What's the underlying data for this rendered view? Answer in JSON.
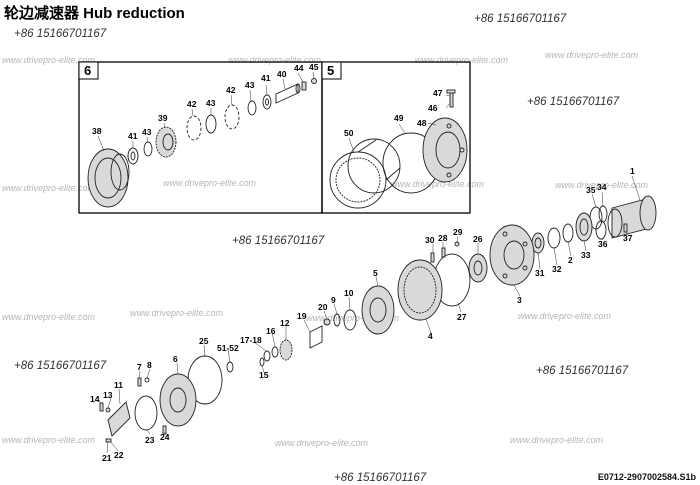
{
  "title": "轮边减速器  Hub reduction",
  "phone": "+86 15166701167",
  "watermark": "www.drivepro-elite.com",
  "document_number": "E0712-2907002584.S1b",
  "boxes": {
    "left_number": "6",
    "right_number": "5"
  },
  "labels": {
    "p38": "38",
    "p41a": "41",
    "p43a": "43",
    "p39": "39",
    "p42a": "42",
    "p43b": "43",
    "p42b": "42",
    "p43c": "43",
    "p41b": "41",
    "p40": "40",
    "p44": "44",
    "p45": "45",
    "p47": "47",
    "p46": "46",
    "p48": "48",
    "p49": "49",
    "p50": "50",
    "p1": "1",
    "p35": "35",
    "p34": "34",
    "p36": "36",
    "p37": "37",
    "p33": "33",
    "p2": "2",
    "p32": "32",
    "p31": "31",
    "p26": "26",
    "p3": "3",
    "p30": "30",
    "p28": "28",
    "p29": "29",
    "p27": "27",
    "p4": "4",
    "p5": "5",
    "p10": "10",
    "p9": "9",
    "p20": "20",
    "p19": "19",
    "p12": "12",
    "p16": "16",
    "p1718": "17-18",
    "p15": "15",
    "p5152": "51-52",
    "p25": "25",
    "p6": "6",
    "p7": "7",
    "p8": "8",
    "p11": "11",
    "p13": "13",
    "p14": "14",
    "p23": "23",
    "p24": "24",
    "p21": "21",
    "p22": "22"
  }
}
